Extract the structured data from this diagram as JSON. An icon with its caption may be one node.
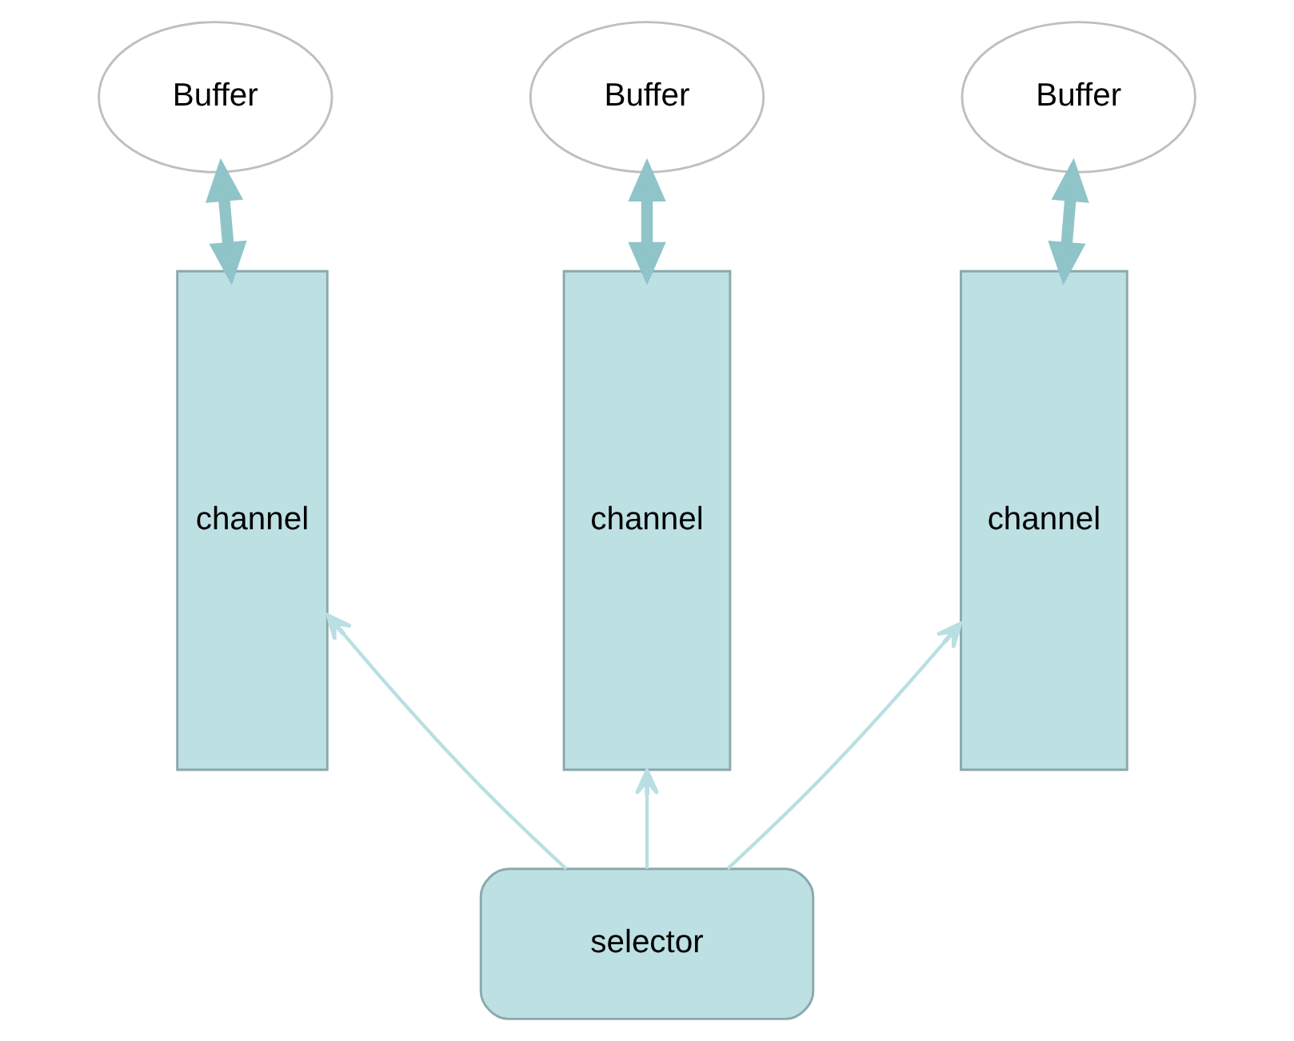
{
  "diagram": {
    "nodes": [
      {
        "text": [
          "Buffer"
        ]
      },
      {
        "text": [
          "Buffer"
        ]
      },
      {
        "text": [
          "Buffer"
        ]
      },
      {
        "text": [
          "channel"
        ]
      },
      {
        "text": [
          "channel"
        ]
      },
      {
        "text": [
          "channel"
        ]
      },
      {
        "text": [
          "selector"
        ]
      }
    ],
    "edges": [
      {
        "from": 6,
        "to": 3,
        "arrow": "to"
      },
      {
        "from": 6,
        "to": 4,
        "arrow": "to"
      },
      {
        "from": 6,
        "to": 5,
        "arrow": "to"
      },
      {
        "from": 3,
        "to": 0,
        "arrow": "both",
        "style": "thick"
      },
      {
        "from": 4,
        "to": 1,
        "arrow": "both",
        "style": "thick"
      },
      {
        "from": 5,
        "to": 2,
        "arrow": "both",
        "style": "thick"
      }
    ]
  }
}
